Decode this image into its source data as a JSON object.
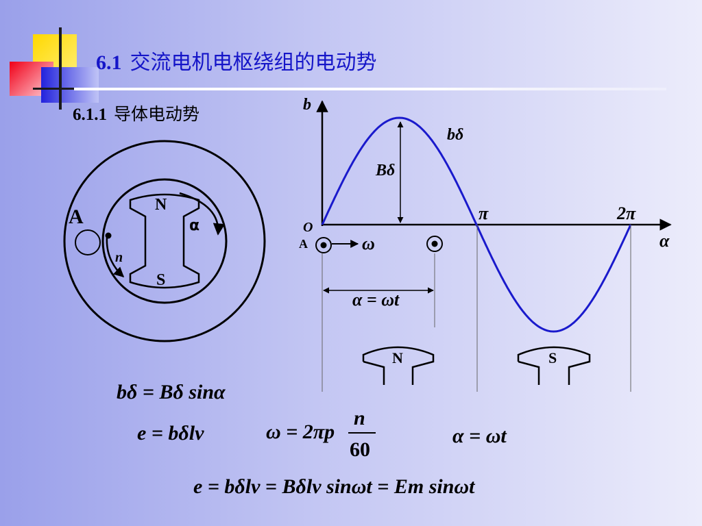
{
  "header": {
    "number": "6.1",
    "title": "交流电机电枢绕组的电动势"
  },
  "section": {
    "number": "6.1.1",
    "title": "导体电动势"
  },
  "machine": {
    "conductor_label": "A",
    "north_pole": "N",
    "south_pole": "S",
    "rotation_label": "α",
    "speed_label": "n"
  },
  "waveform": {
    "y_axis": "b",
    "x_axis": "α",
    "origin": "O",
    "curve_label": "bδ",
    "amplitude_label": "Bδ",
    "pi_label": "π",
    "two_pi_label": "2π",
    "conductor_label": "A",
    "omega_label": "ω",
    "angle_label": "α = ωt",
    "pole_n": "N",
    "pole_s": "S",
    "colors": {
      "curve": "#1a1acc",
      "title": "#1515c8"
    }
  },
  "equations": {
    "eq1": "bδ = Bδ sinα",
    "eq2": "e = bδlv",
    "eq3_lhs": "ω = 2πp",
    "eq3_num": "n",
    "eq3_den": "60",
    "eq4": "α = ωt",
    "eq5": "e = bδlv = Bδlv sinωt = Em sinωt"
  }
}
